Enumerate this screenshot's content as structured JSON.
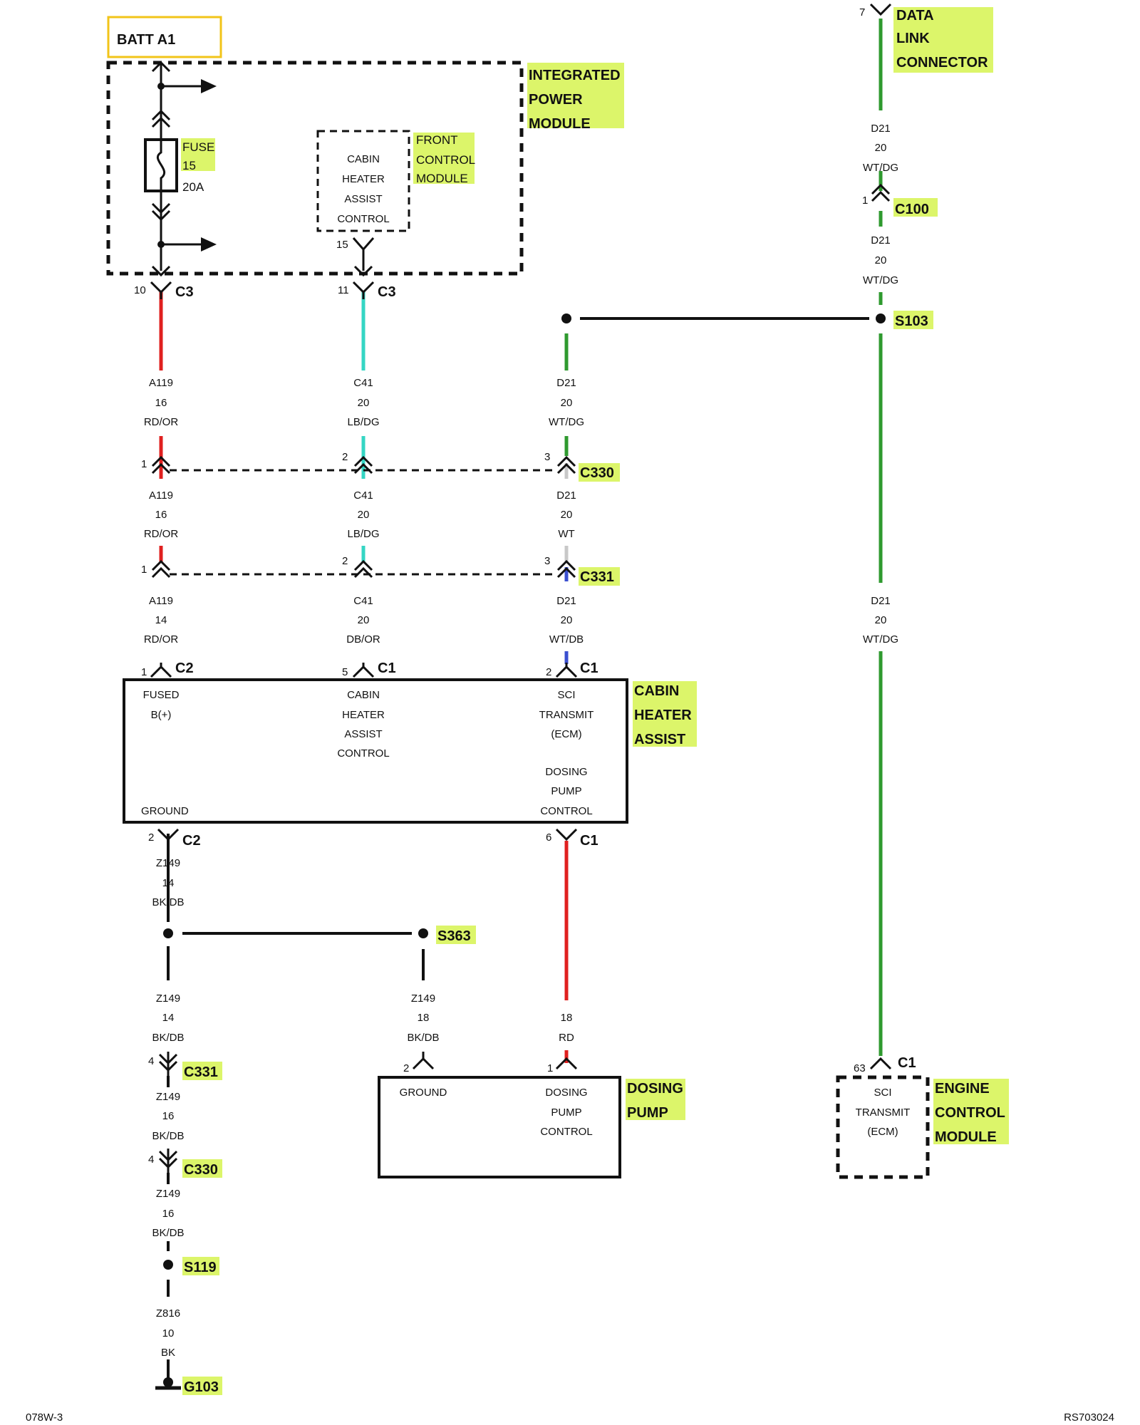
{
  "colors": {
    "red": "#e0201f",
    "teal": "#35d6c4",
    "green": "#2f9a2f",
    "white_wire": "#c8c8c8",
    "blue_tracer": "#3a4fd0",
    "highlight": "#dcf56a",
    "black": "#111111"
  },
  "batt": "BATT A1",
  "ipm": {
    "l1": "INTEGRATED",
    "l2": "POWER",
    "l3": "MODULE"
  },
  "fuse": {
    "l1": "FUSE",
    "l2": "15",
    "rating": "20A"
  },
  "fcm": {
    "l1": "FRONT",
    "l2": "CONTROL",
    "l3": "MODULE"
  },
  "fcm_fn": {
    "l1": "CABIN",
    "l2": "HEATER",
    "l3": "ASSIST",
    "l4": "CONTROL",
    "pin": "15"
  },
  "dlc": {
    "l1": "DATA",
    "l2": "LINK",
    "l3": "CONNECTOR",
    "pin": "7"
  },
  "c3": {
    "name": "C3",
    "pin_a": "10",
    "pin_b": "11"
  },
  "c100": {
    "name": "C100",
    "pin": "1"
  },
  "s103": "S103",
  "c330": {
    "name": "C330",
    "p1": "1",
    "p2": "2",
    "p3": "3",
    "p4": "4"
  },
  "c331": {
    "name": "C331",
    "p1": "1",
    "p2": "2",
    "p3": "3",
    "p4": "4"
  },
  "wires": {
    "a119_top": {
      "circuit": "A119",
      "gauge": "16",
      "color": "RD/OR"
    },
    "a119_mid": {
      "circuit": "A119",
      "gauge": "16",
      "color": "RD/OR"
    },
    "a119_bot": {
      "circuit": "A119",
      "gauge": "14",
      "color": "RD/OR"
    },
    "c41_top": {
      "circuit": "C41",
      "gauge": "20",
      "color": "LB/DG"
    },
    "c41_mid": {
      "circuit": "C41",
      "gauge": "20",
      "color": "LB/DG"
    },
    "c41_bot": {
      "circuit": "C41",
      "gauge": "20",
      "color": "DB/OR"
    },
    "d21_top": {
      "circuit": "D21",
      "gauge": "20",
      "color": "WT/DG"
    },
    "d21_mid": {
      "circuit": "D21",
      "gauge": "20",
      "color": "WT"
    },
    "d21_bot": {
      "circuit": "D21",
      "gauge": "20",
      "color": "WT/DB"
    },
    "d21_r1": {
      "circuit": "D21",
      "gauge": "20",
      "color": "WT/DG"
    },
    "d21_r2": {
      "circuit": "D21",
      "gauge": "20",
      "color": "WT/DG"
    },
    "d21_r3": {
      "circuit": "D21",
      "gauge": "20",
      "color": "WT/DG"
    },
    "z149_a": {
      "circuit": "Z149",
      "gauge": "14",
      "color": "BK/DB"
    },
    "z149_b": {
      "circuit": "Z149",
      "gauge": "14",
      "color": "BK/DB"
    },
    "z149_c": {
      "circuit": "Z149",
      "gauge": "18",
      "color": "BK/DB"
    },
    "rd18": {
      "gauge": "18",
      "color": "RD"
    },
    "z149_d": {
      "circuit": "Z149",
      "gauge": "16",
      "color": "BK/DB"
    },
    "z149_e": {
      "circuit": "Z149",
      "gauge": "16",
      "color": "BK/DB"
    },
    "z816": {
      "circuit": "Z816",
      "gauge": "10",
      "color": "BK"
    }
  },
  "cha": {
    "title": {
      "l1": "CABIN",
      "l2": "HEATER",
      "l3": "ASSIST"
    },
    "fused": {
      "l1": "FUSED",
      "l2": "B(+)"
    },
    "chac": {
      "l1": "CABIN",
      "l2": "HEATER",
      "l3": "ASSIST",
      "l4": "CONTROL"
    },
    "sci": {
      "l1": "SCI",
      "l2": "TRANSMIT",
      "l3": "(ECM)"
    },
    "dpc": {
      "l1": "DOSING",
      "l2": "PUMP",
      "l3": "CONTROL"
    },
    "ground": "GROUND",
    "c2": "C2",
    "c1": "C1",
    "pin_fused": "1",
    "pin_chac": "5",
    "pin_sci": "2",
    "pin_gnd": "2",
    "pin_dpc": "6"
  },
  "s363": "S363",
  "dosing": {
    "title": {
      "l1": "DOSING",
      "l2": "PUMP"
    },
    "ground": "GROUND",
    "dpc": {
      "l1": "DOSING",
      "l2": "PUMP",
      "l3": "CONTROL"
    },
    "pin_gnd": "2",
    "pin_dpc": "1"
  },
  "ecm": {
    "title": {
      "l1": "ENGINE",
      "l2": "CONTROL",
      "l3": "MODULE"
    },
    "sci": {
      "l1": "SCI",
      "l2": "TRANSMIT",
      "l3": "(ECM)"
    },
    "pin": "63",
    "conn": "C1"
  },
  "s119": "S119",
  "g103": "G103",
  "footer": {
    "left": "078W-3",
    "right": "RS703024"
  }
}
